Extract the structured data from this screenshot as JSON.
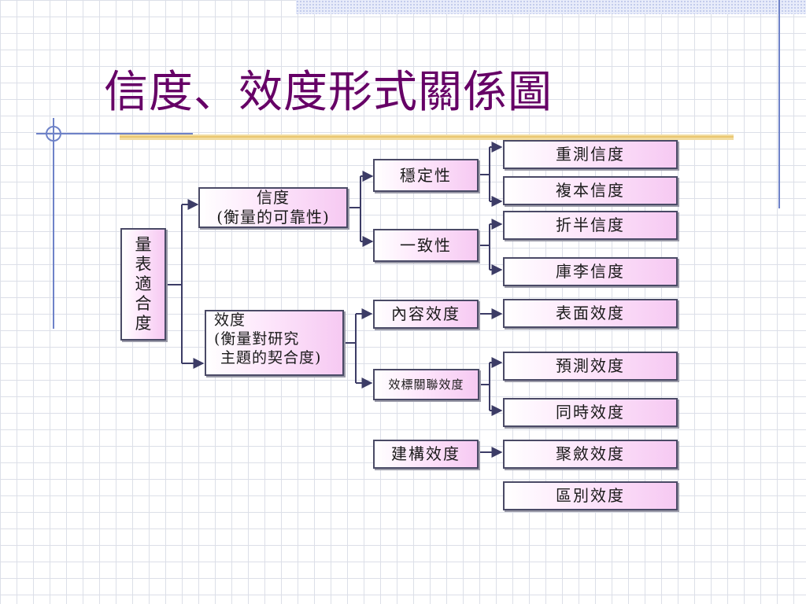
{
  "title": "信度、效度形式關係圖",
  "nodes": {
    "root": [
      "量",
      "表",
      "適",
      "合",
      "度"
    ],
    "reliability": {
      "line1": "信度",
      "line2": "(衡量的可靠性)"
    },
    "validity": {
      "line1": "效度",
      "line2": "(衡量對研究",
      "line3": "主題的契合度)"
    },
    "stability": "穩定性",
    "consistency": "一致性",
    "content_validity": "內容效度",
    "criterion_validity": "效標關聯效度",
    "construct_validity": "建構效度",
    "test_retest": "重測信度",
    "alternate_form": "複本信度",
    "split_half": "折半信度",
    "kuder_richardson": "庫李信度",
    "face_validity": "表面效度",
    "predictive_validity": "預測效度",
    "concurrent_validity": "同時效度",
    "convergent_validity": "聚斂效度",
    "discriminant_validity": "區別效度"
  },
  "colors": {
    "title": "#660066",
    "connector": "#3c3c66",
    "box_fill_start": "#ffffff",
    "box_fill_end": "#f6c9f2",
    "accent_band": "#f2dca0",
    "accent_dot": "#c8d0ee"
  }
}
